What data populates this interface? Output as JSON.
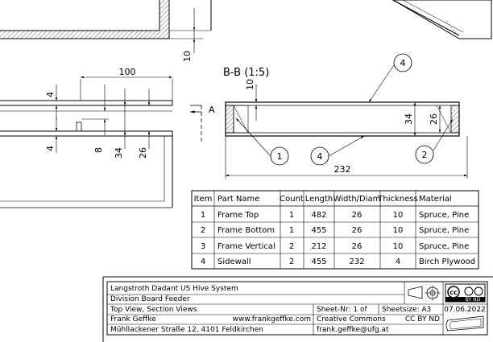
{
  "top_view": {
    "dimensions": {
      "top_10": "10",
      "width_100": "100",
      "left_4_top": "4",
      "left_4_bottom": "4",
      "d8": "8",
      "d34": "34",
      "d26": "26"
    },
    "section_marker": "A"
  },
  "section_view": {
    "title": "B-B (1:5)",
    "dimensions": {
      "d10": "10",
      "d34": "34",
      "d26": "26",
      "d232": "232"
    },
    "balloons": [
      "1",
      "4",
      "2",
      "4"
    ]
  },
  "parts_list": {
    "headers": [
      "Item",
      "Part Name",
      "Count",
      "Length",
      "Width/Diam",
      "Thickness",
      "Material"
    ],
    "rows": [
      [
        "1",
        "Frame Top",
        "1",
        "482",
        "26",
        "10",
        "Spruce, Pine"
      ],
      [
        "2",
        "Frame Bottom",
        "1",
        "455",
        "26",
        "10",
        "Spruce, Pine"
      ],
      [
        "3",
        "Frame Vertical",
        "2",
        "212",
        "26",
        "10",
        "Spruce, Pine"
      ],
      [
        "4",
        "Sidewall",
        "2",
        "455",
        "232",
        "4",
        "Birch Plywood"
      ]
    ]
  },
  "title_block": {
    "project": "Langstroth Dadant US Hive System",
    "part": "Division Board Feeder",
    "view": "Top View, Section Views",
    "author": "Frank Geffke",
    "website": "www.frankgeffke.com",
    "address": "Mühllackener Straße 12, 4101 Feldkirchen",
    "sheet": "Sheet-Nr: 1 of",
    "sheetsize": "Sheetsize:  A3",
    "date": "07.06.2022",
    "license_name": "Creative Commons",
    "license_code": "CC BY ND",
    "email": "frank.geffke@ufg.at",
    "cc_badge": "cc",
    "badge_small": "BY ND"
  }
}
